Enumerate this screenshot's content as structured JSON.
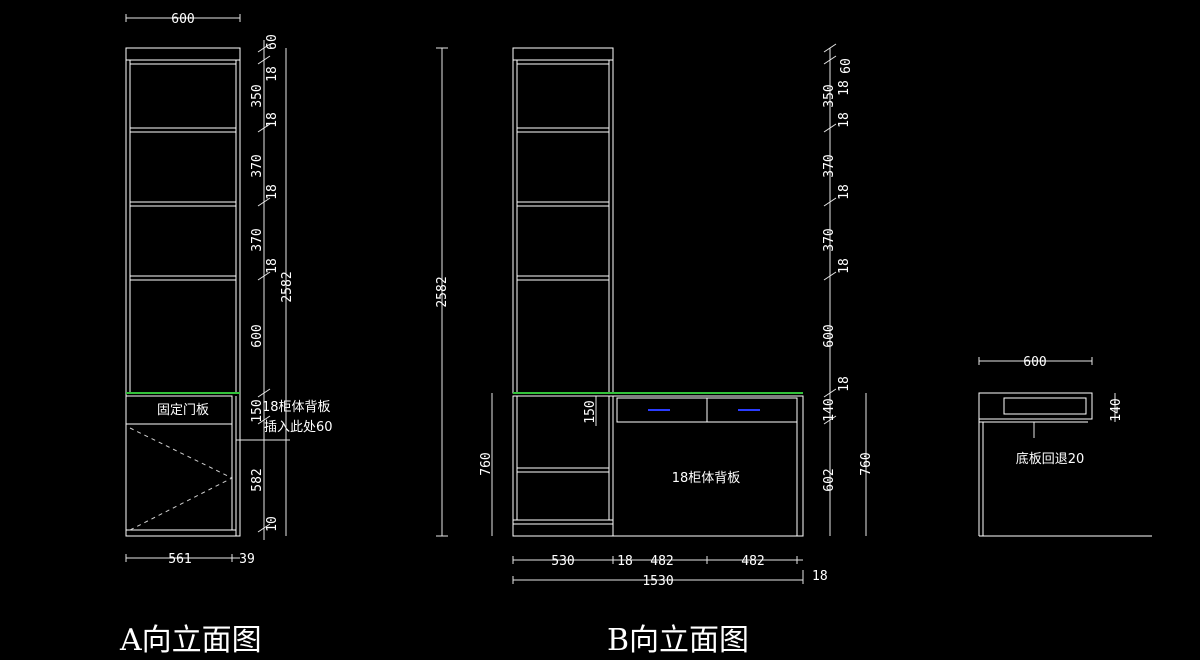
{
  "colors": {
    "background": "#000000",
    "line": "#ffffff",
    "countertop": "#33c23a",
    "handle": "#2a3cff"
  },
  "view_a": {
    "title": "A向立面图",
    "width_top": "600",
    "right_dims": [
      "60",
      "18",
      "350",
      "18",
      "370",
      "18",
      "370",
      "18",
      "600",
      "150",
      "582",
      "10"
    ],
    "overall_height": "2582",
    "bottom_dims": [
      "561",
      "39"
    ],
    "door_label": "固定门板",
    "note_line1": "18柜体背板",
    "note_line2": "插入此处60"
  },
  "view_b": {
    "title": "B向立面图",
    "left_height": "2582",
    "base_height_left": "760",
    "inner_dim": "150",
    "right_dims": [
      "60",
      "18",
      "350",
      "18",
      "370",
      "18",
      "370",
      "18",
      "600",
      "18",
      "140",
      "602"
    ],
    "base_height_right": "760",
    "bottom_dims": [
      "530",
      "18",
      "482",
      "482"
    ],
    "overall_width": "1530",
    "end_dim": "18",
    "back_panel_label": "18柜体背板"
  },
  "view_c": {
    "width_top": "600",
    "height_dim": "140",
    "note": "底板回退20"
  }
}
